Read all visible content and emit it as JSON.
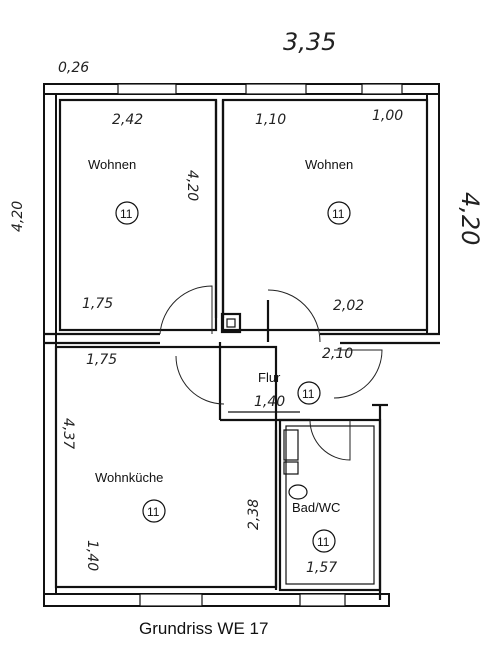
{
  "rooms": {
    "wohnen_left": {
      "name": "Wohnen",
      "number": "11"
    },
    "wohnen_right": {
      "name": "Wohnen",
      "number": "11"
    },
    "flur": {
      "name": "Flur",
      "number": "11"
    },
    "wohnkueche": {
      "name": "Wohnküche",
      "number": "11"
    },
    "bad": {
      "name": "Bad/WC",
      "number": "11"
    }
  },
  "dimensions": {
    "top_total": "3,35",
    "top_left_wall": "0,26",
    "left_height": "4,20",
    "right_height": "4,20",
    "wohnen_left_width_top": "2,42",
    "wohnen_left_width_bottom": "1,75",
    "wohnen_left_depth": "4,20",
    "wohnen_right_width_top": "1,10",
    "wohnen_right_width_top2": "1,00",
    "wohnen_right_width_bottom": "2,02",
    "kueche_width": "1,75",
    "kueche_depth": "4,37",
    "kueche_side": "2,38",
    "flur_width": "1,40",
    "bad_width": "1,57",
    "bottom_left": "1,40",
    "corner_mark": "2,10"
  },
  "caption": "Grundriss WE 17"
}
